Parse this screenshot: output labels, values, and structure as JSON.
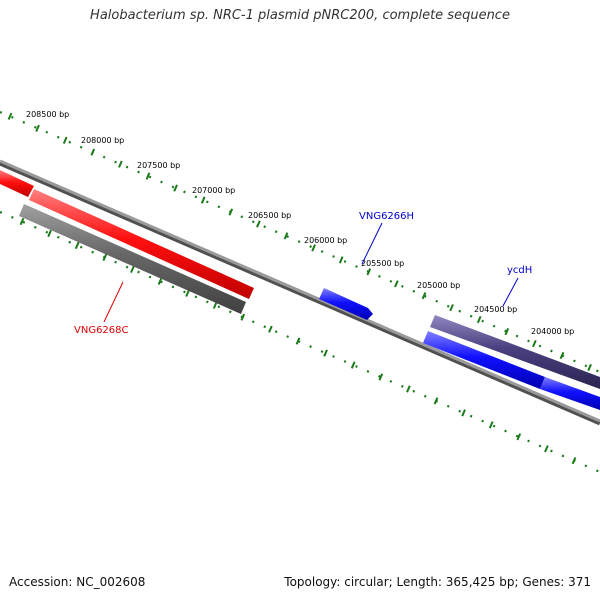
{
  "title": "Halobacterium sp. NRC-1 plasmid pNRC200, complete sequence",
  "footer": {
    "accession": "Accession: NC_002608",
    "summary": "Topology: circular; Length: 365,425 bp; Genes: 371"
  },
  "ruler": {
    "ticks": [
      "208500 bp",
      "208000 bp",
      "207500 bp",
      "207000 bp",
      "206500 bp",
      "206000 bp",
      "205500 bp",
      "205000 bp",
      "204500 bp",
      "204000 bp"
    ]
  },
  "genes": [
    {
      "label": "VNG6268C",
      "color": "#dd0000"
    },
    {
      "label": "VNG6266H",
      "color": "#0000cc"
    },
    {
      "label": "ycdH",
      "color": "#0000cc"
    }
  ],
  "colors": {
    "forward_gene": "#ff1a1a",
    "reverse_gene": "#1a1aff",
    "other_gene": "#606060",
    "dark_gene": "#4a4080",
    "backbone": "#808080",
    "ruler": "#1a7a1a"
  }
}
